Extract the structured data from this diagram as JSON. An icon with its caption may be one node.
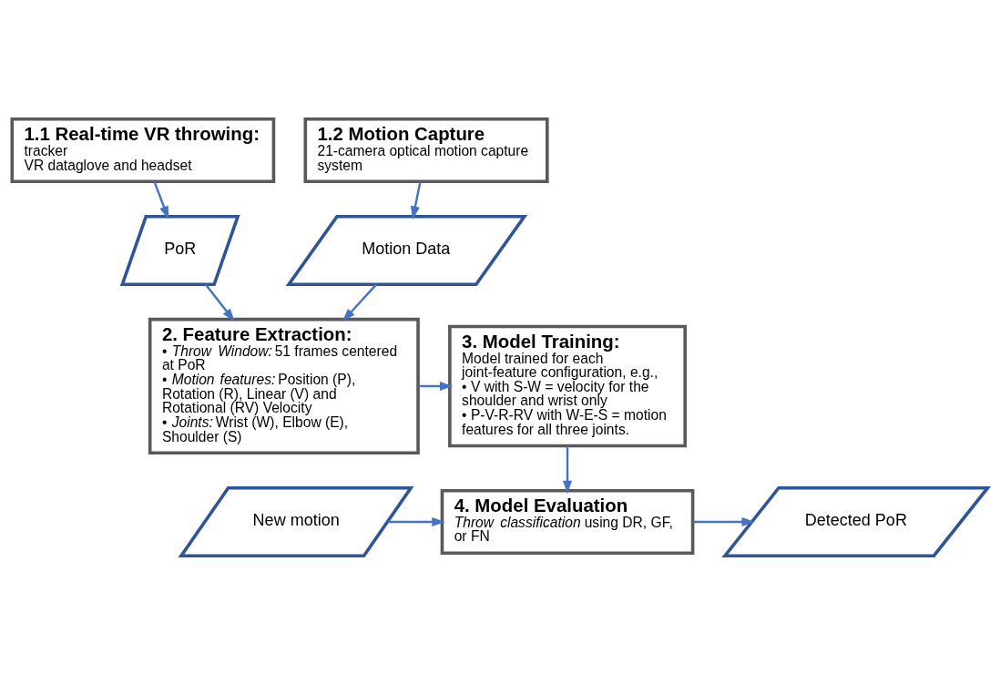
{
  "diagram": {
    "nodes": [
      {
        "text": [
          "1.1 Real-time VR throwing:",
          "tracker",
          "VR dataglove and headset"
        ]
      },
      {
        "text": [
          "1.2 Motion Capture",
          "21-camera optical motion capture system"
        ]
      },
      {
        "text": [
          "PoR"
        ]
      },
      {
        "text": [
          "Motion Data"
        ]
      },
      {
        "text": [
          "2. Feature Extraction:",
          "• *Throw Window:* 51 frames centered at PoR",
          "• *Motion features:* Position (P), Rotation (R), Linear (V) and Rotational (RV) Velocity",
          "• *Joints:* Wrist (W), Elbow (E), Shoulder (S)"
        ]
      },
      {
        "text": [
          "3. Model Training:",
          "Model trained for each joint-feature configuration, e.g.,",
          "• V with S-W = velocity for the shoulder and wrist only",
          "• P-V-R-RV with W-E-S = motion features for all three joints."
        ]
      },
      {
        "text": [
          "New motion"
        ]
      },
      {
        "text": [
          "4. Model Evaluation",
          "*Throw classification* using DR, GF, or FN"
        ]
      },
      {
        "text": [
          "Detected PoR"
        ]
      }
    ],
    "edges": [
      {
        "from": 0,
        "to": 2,
        "arrow": "to"
      },
      {
        "from": 1,
        "to": 3,
        "arrow": "to"
      },
      {
        "from": 2,
        "to": 4,
        "arrow": "to"
      },
      {
        "from": 3,
        "to": 4,
        "arrow": "to"
      },
      {
        "from": 4,
        "to": 5,
        "arrow": "to"
      },
      {
        "from": 5,
        "to": 7,
        "arrow": "to"
      },
      {
        "from": 6,
        "to": 7,
        "arrow": "to"
      },
      {
        "from": 7,
        "to": 8,
        "arrow": "to"
      }
    ]
  }
}
